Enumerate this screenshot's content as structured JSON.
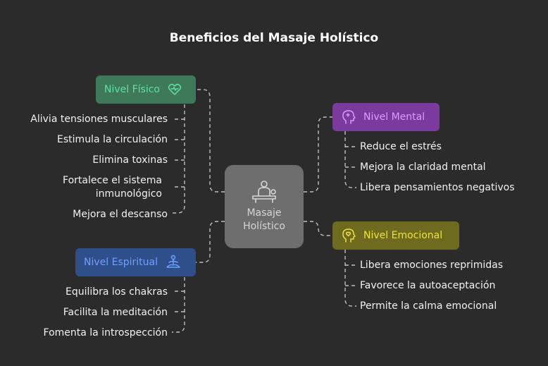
{
  "title": "Beneficios del Masaje Holístico",
  "center": {
    "line1": "Masaje",
    "line2": "Holístico",
    "icon": "massage-icon"
  },
  "fisico": {
    "label": "Nivel Físico",
    "icon": "heart-arm-icon",
    "bg": "#3e7a5a",
    "fg": "#5fe0a0",
    "items": [
      "Alivia tensiones musculares",
      "Estimula la circulación",
      "Elimina toxinas",
      "Fortalece el sistema",
      "inmunológico",
      "Mejora el descanso"
    ]
  },
  "espiritual": {
    "label": "Nivel Espiritual",
    "icon": "meditation-icon",
    "bg": "#2f4f8a",
    "fg": "#6fa0ff",
    "items": [
      "Equilibra los chakras",
      "Facilita la meditación",
      "Fomenta la introspección"
    ]
  },
  "mental": {
    "label": "Nivel Mental",
    "icon": "brain-head-icon",
    "bg": "#7a3a9e",
    "fg": "#d99cff",
    "items": [
      "Reduce el estrés",
      "Mejora la claridad mental",
      "Libera pensamientos negativos"
    ]
  },
  "emocional": {
    "label": "Nivel Emocional",
    "icon": "heart-head-icon",
    "bg": "#6e6a1e",
    "fg": "#f0e040",
    "items": [
      "Libera emociones reprimidas",
      "Favorece la autoaceptación",
      "Permite la calma emocional"
    ]
  }
}
